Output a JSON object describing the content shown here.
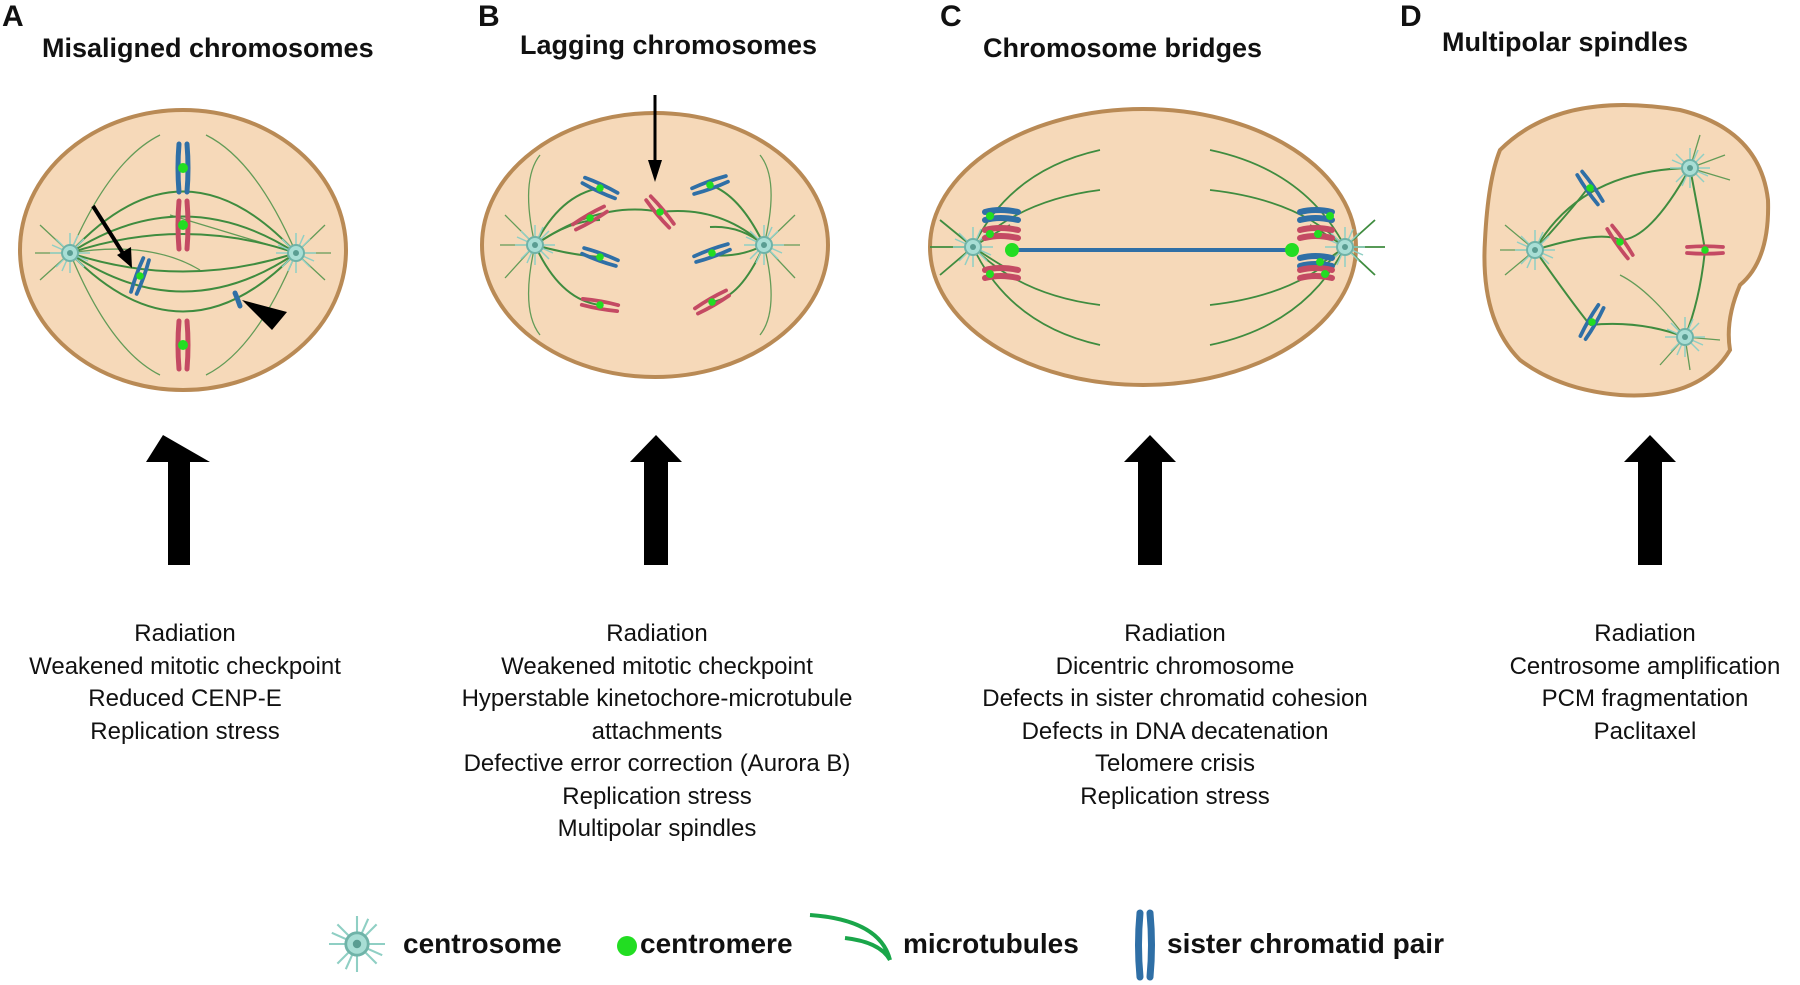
{
  "panels": [
    {
      "letter": "A",
      "title": "Misaligned chromosomes",
      "causes": [
        "Radiation",
        "Weakened mitotic checkpoint",
        "Reduced CENP-E",
        "Replication stress"
      ]
    },
    {
      "letter": "B",
      "title": "Lagging chromosomes",
      "causes": [
        "Radiation",
        "Weakened mitotic checkpoint",
        "Hyperstable kinetochore-microtubule",
        "attachments",
        "Defective error correction (Aurora B)",
        "Replication stress",
        "Multipolar spindles"
      ]
    },
    {
      "letter": "C",
      "title": "Chromosome bridges",
      "causes": [
        "Radiation",
        "Dicentric chromosome",
        "Defects in sister chromatid cohesion",
        "Defects in DNA decatenation",
        "Telomere crisis",
        "Replication stress"
      ]
    },
    {
      "letter": "D",
      "title": "Multipolar spindles",
      "causes": [
        "Radiation",
        "Centrosome amplification",
        "PCM fragmentation",
        "Paclitaxel"
      ]
    }
  ],
  "legend": {
    "centrosome": "centrosome",
    "centromere": "centromere",
    "microtubules": "microtubules",
    "chromatid": "sister chromatid pair"
  },
  "colors": {
    "cell_fill": "#f6d9b9",
    "cell_border": "#b98a55",
    "microtubule": "#3f8c3f",
    "centromere": "#22dd22",
    "chromatid_blue": "#2f6fa6",
    "chromatid_red": "#c44a63",
    "centrosome": "#8fcfc4"
  }
}
